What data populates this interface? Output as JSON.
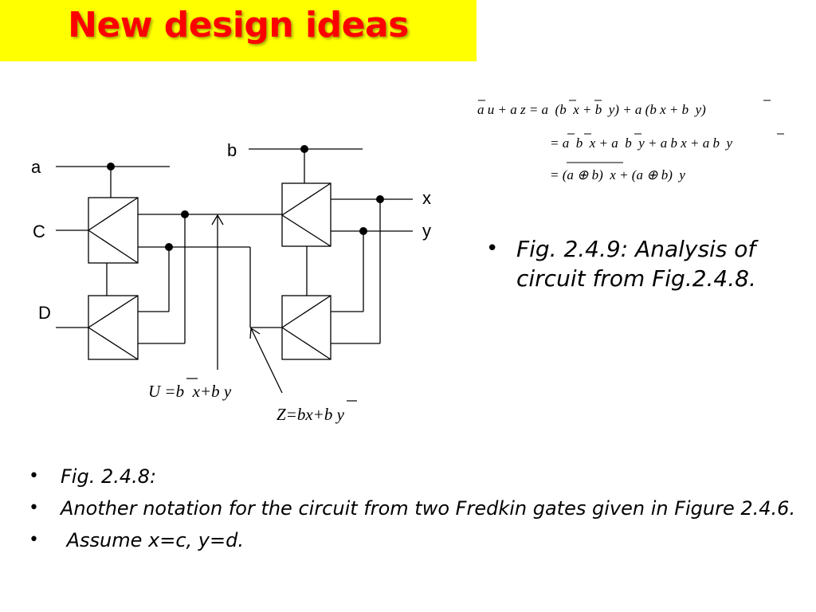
{
  "title": "New design ideas",
  "diagram": {
    "input_a": "a",
    "input_c": "C",
    "input_d": "D",
    "input_b": "b",
    "output_x": "x",
    "output_y": "y",
    "label_u": "U =b  x+b y",
    "label_z": "Z=bx+b y"
  },
  "equations": {
    "line1": "a u + a z = a  (b  x + b  y) + a (b x + b  y)",
    "line2": "= a  b  x + a  b  y + a b x + a b  y",
    "line3": "= (a ⊕ b)  x + (a ⊕ b)  y"
  },
  "bullets_right": [
    "Fig. 2.4.9: Analysis of circuit from Fig.2.4.8."
  ],
  "bullets_bottom": [
    "Fig. 2.4.8:",
    "Another notation for the circuit from two Fredkin gates given in Figure 2.4.6.",
    " Assume x=c, y=d."
  ],
  "colors": {
    "title_bg": "#ffff00",
    "title_text": "#ff0000"
  }
}
